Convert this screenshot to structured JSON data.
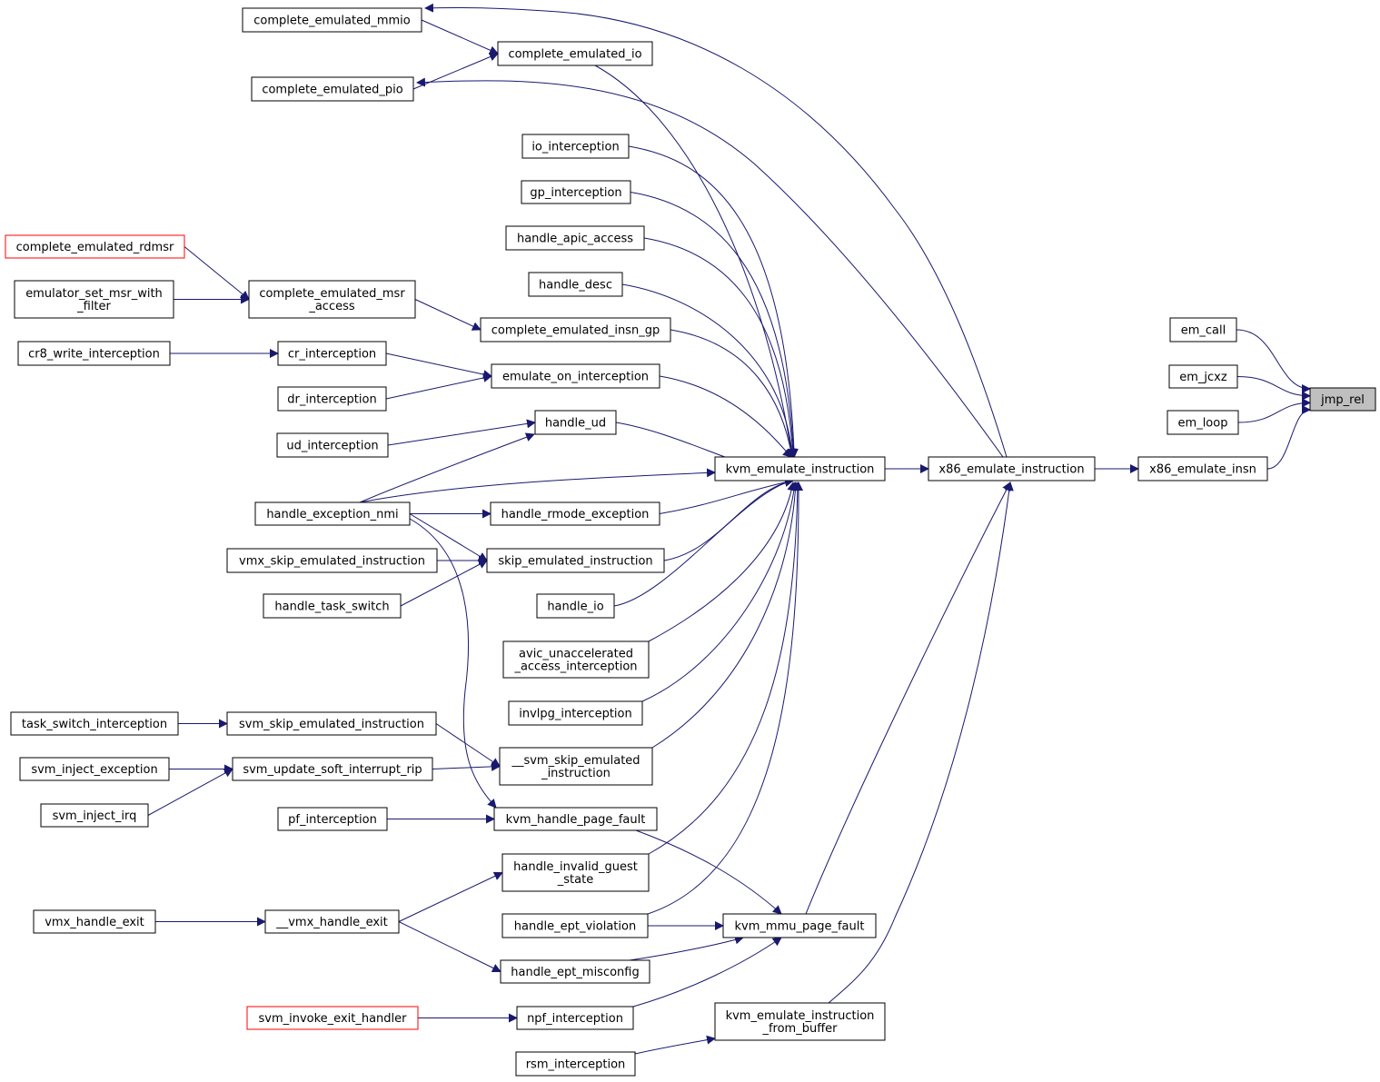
{
  "colors": {
    "edge": "#191970",
    "focus_fill": "#bfbfbf",
    "red_border": "#ff0000"
  },
  "nodes": {
    "jmp_rel": {
      "lines": [
        "jmp_rel"
      ],
      "style": "focus"
    },
    "em_call": {
      "lines": [
        "em_call"
      ]
    },
    "em_jcxz": {
      "lines": [
        "em_jcxz"
      ]
    },
    "em_loop": {
      "lines": [
        "em_loop"
      ]
    },
    "x86_emulate_insn": {
      "lines": [
        "x86_emulate_insn"
      ]
    },
    "x86_emulate_instruction": {
      "lines": [
        "x86_emulate_instruction"
      ]
    },
    "kvm_emulate_instruction": {
      "lines": [
        "kvm_emulate_instruction"
      ]
    },
    "kvm_mmu_page_fault": {
      "lines": [
        "kvm_mmu_page_fault"
      ]
    },
    "kvm_emulate_instruction_from_buffer": {
      "lines": [
        "kvm_emulate_instruction",
        "_from_buffer"
      ]
    },
    "complete_emulated_mmio": {
      "lines": [
        "complete_emulated_mmio"
      ]
    },
    "complete_emulated_io": {
      "lines": [
        "complete_emulated_io"
      ]
    },
    "complete_emulated_pio": {
      "lines": [
        "complete_emulated_pio"
      ]
    },
    "io_interception": {
      "lines": [
        "io_interception"
      ]
    },
    "gp_interception": {
      "lines": [
        "gp_interception"
      ]
    },
    "handle_apic_access": {
      "lines": [
        "handle_apic_access"
      ]
    },
    "handle_desc": {
      "lines": [
        "handle_desc"
      ]
    },
    "complete_emulated_rdmsr": {
      "lines": [
        "complete_emulated_rdmsr"
      ],
      "style": "red"
    },
    "emulator_set_msr_with_filter": {
      "lines": [
        "emulator_set_msr_with",
        "_filter"
      ]
    },
    "complete_emulated_msr_access": {
      "lines": [
        "complete_emulated_msr",
        "_access"
      ]
    },
    "complete_emulated_insn_gp": {
      "lines": [
        "complete_emulated_insn_gp"
      ]
    },
    "cr8_write_interception": {
      "lines": [
        "cr8_write_interception"
      ]
    },
    "cr_interception": {
      "lines": [
        "cr_interception"
      ]
    },
    "dr_interception": {
      "lines": [
        "dr_interception"
      ]
    },
    "emulate_on_interception": {
      "lines": [
        "emulate_on_interception"
      ]
    },
    "handle_ud": {
      "lines": [
        "handle_ud"
      ]
    },
    "ud_interception": {
      "lines": [
        "ud_interception"
      ]
    },
    "handle_exception_nmi": {
      "lines": [
        "handle_exception_nmi"
      ]
    },
    "handle_rmode_exception": {
      "lines": [
        "handle_rmode_exception"
      ]
    },
    "vmx_skip_emulated_instruction": {
      "lines": [
        "vmx_skip_emulated_instruction"
      ]
    },
    "skip_emulated_instruction": {
      "lines": [
        "skip_emulated_instruction"
      ]
    },
    "handle_task_switch": {
      "lines": [
        "handle_task_switch"
      ]
    },
    "handle_io": {
      "lines": [
        "handle_io"
      ]
    },
    "avic_unaccelerated_access_interception": {
      "lines": [
        "avic_unaccelerated",
        "_access_interception"
      ]
    },
    "invlpg_interception": {
      "lines": [
        "invlpg_interception"
      ]
    },
    "task_switch_interception": {
      "lines": [
        "task_switch_interception"
      ]
    },
    "svm_skip_emulated_instruction": {
      "lines": [
        "svm_skip_emulated_instruction"
      ]
    },
    "__svm_skip_emulated_instruction": {
      "lines": [
        "__svm_skip_emulated",
        "_instruction"
      ]
    },
    "svm_inject_exception": {
      "lines": [
        "svm_inject_exception"
      ]
    },
    "svm_update_soft_interrupt_rip": {
      "lines": [
        "svm_update_soft_interrupt_rip"
      ]
    },
    "svm_inject_irq": {
      "lines": [
        "svm_inject_irq"
      ]
    },
    "pf_interception": {
      "lines": [
        "pf_interception"
      ]
    },
    "kvm_handle_page_fault": {
      "lines": [
        "kvm_handle_page_fault"
      ]
    },
    "handle_invalid_guest_state": {
      "lines": [
        "handle_invalid_guest",
        "_state"
      ]
    },
    "vmx_handle_exit": {
      "lines": [
        "vmx_handle_exit"
      ]
    },
    "__vmx_handle_exit": {
      "lines": [
        "__vmx_handle_exit"
      ]
    },
    "handle_ept_violation": {
      "lines": [
        "handle_ept_violation"
      ]
    },
    "handle_ept_misconfig": {
      "lines": [
        "handle_ept_misconfig"
      ]
    },
    "svm_invoke_exit_handler": {
      "lines": [
        "svm_invoke_exit_handler"
      ],
      "style": "red"
    },
    "npf_interception": {
      "lines": [
        "npf_interception"
      ]
    },
    "rsm_interception": {
      "lines": [
        "rsm_interception"
      ]
    }
  },
  "edges": [
    [
      "em_call",
      "jmp_rel"
    ],
    [
      "em_jcxz",
      "jmp_rel"
    ],
    [
      "em_loop",
      "jmp_rel"
    ],
    [
      "x86_emulate_insn",
      "jmp_rel"
    ],
    [
      "x86_emulate_instruction",
      "x86_emulate_insn"
    ],
    [
      "kvm_emulate_instruction",
      "x86_emulate_instruction"
    ],
    [
      "kvm_mmu_page_fault",
      "x86_emulate_instruction"
    ],
    [
      "kvm_emulate_instruction_from_buffer",
      "x86_emulate_instruction"
    ],
    [
      "x86_emulate_instruction",
      "complete_emulated_mmio"
    ],
    [
      "x86_emulate_instruction",
      "complete_emulated_pio"
    ],
    [
      "complete_emulated_mmio",
      "complete_emulated_io"
    ],
    [
      "complete_emulated_pio",
      "complete_emulated_io"
    ],
    [
      "complete_emulated_io",
      "kvm_emulate_instruction"
    ],
    [
      "io_interception",
      "kvm_emulate_instruction"
    ],
    [
      "gp_interception",
      "kvm_emulate_instruction"
    ],
    [
      "handle_apic_access",
      "kvm_emulate_instruction"
    ],
    [
      "handle_desc",
      "kvm_emulate_instruction"
    ],
    [
      "complete_emulated_insn_gp",
      "kvm_emulate_instruction"
    ],
    [
      "emulate_on_interception",
      "kvm_emulate_instruction"
    ],
    [
      "handle_ud",
      "kvm_emulate_instruction"
    ],
    [
      "handle_exception_nmi",
      "kvm_emulate_instruction"
    ],
    [
      "handle_rmode_exception",
      "kvm_emulate_instruction"
    ],
    [
      "skip_emulated_instruction",
      "kvm_emulate_instruction"
    ],
    [
      "handle_io",
      "kvm_emulate_instruction"
    ],
    [
      "avic_unaccelerated_access_interception",
      "kvm_emulate_instruction"
    ],
    [
      "invlpg_interception",
      "kvm_emulate_instruction"
    ],
    [
      "__svm_skip_emulated_instruction",
      "kvm_emulate_instruction"
    ],
    [
      "handle_invalid_guest_state",
      "kvm_emulate_instruction"
    ],
    [
      "handle_ept_violation",
      "kvm_emulate_instruction"
    ],
    [
      "complete_emulated_rdmsr",
      "complete_emulated_msr_access"
    ],
    [
      "emulator_set_msr_with_filter",
      "complete_emulated_msr_access"
    ],
    [
      "complete_emulated_msr_access",
      "complete_emulated_insn_gp"
    ],
    [
      "cr8_write_interception",
      "cr_interception"
    ],
    [
      "cr_interception",
      "emulate_on_interception"
    ],
    [
      "dr_interception",
      "emulate_on_interception"
    ],
    [
      "ud_interception",
      "handle_ud"
    ],
    [
      "handle_exception_nmi",
      "handle_ud"
    ],
    [
      "handle_exception_nmi",
      "handle_rmode_exception"
    ],
    [
      "handle_exception_nmi",
      "skip_emulated_instruction"
    ],
    [
      "handle_exception_nmi",
      "kvm_handle_page_fault"
    ],
    [
      "vmx_skip_emulated_instruction",
      "skip_emulated_instruction"
    ],
    [
      "handle_task_switch",
      "skip_emulated_instruction"
    ],
    [
      "task_switch_interception",
      "svm_skip_emulated_instruction"
    ],
    [
      "svm_skip_emulated_instruction",
      "__svm_skip_emulated_instruction"
    ],
    [
      "svm_update_soft_interrupt_rip",
      "__svm_skip_emulated_instruction"
    ],
    [
      "svm_inject_exception",
      "svm_update_soft_interrupt_rip"
    ],
    [
      "svm_inject_irq",
      "svm_update_soft_interrupt_rip"
    ],
    [
      "pf_interception",
      "kvm_handle_page_fault"
    ],
    [
      "kvm_handle_page_fault",
      "kvm_mmu_page_fault"
    ],
    [
      "__vmx_handle_exit",
      "handle_invalid_guest_state"
    ],
    [
      "vmx_handle_exit",
      "__vmx_handle_exit"
    ],
    [
      "__vmx_handle_exit",
      "handle_ept_misconfig"
    ],
    [
      "handle_ept_violation",
      "kvm_mmu_page_fault"
    ],
    [
      "handle_ept_misconfig",
      "kvm_mmu_page_fault"
    ],
    [
      "npf_interception",
      "kvm_mmu_page_fault"
    ],
    [
      "svm_invoke_exit_handler",
      "npf_interception"
    ],
    [
      "rsm_interception",
      "kvm_emulate_instruction_from_buffer"
    ]
  ]
}
